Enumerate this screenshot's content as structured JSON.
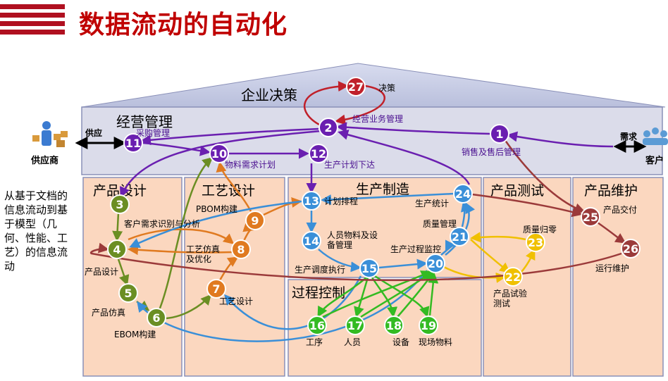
{
  "title": "数据流动的自动化",
  "side_note": "从基于文档的信息流动到基于模型（几何、性能、工艺）的信息流动",
  "sections": {
    "enterprise_decision": "企业决策",
    "business_management": "经营管理",
    "product_design": "产品设计",
    "process_design": "工艺设计",
    "production": "生产制造",
    "product_test": "产品测试",
    "product_maintenance": "产品维护",
    "process_control": "过程控制"
  },
  "external": {
    "supplier": "供应商",
    "supply": "供应",
    "customer": "客户",
    "demand": "需求"
  },
  "nodes": [
    {
      "id": "1",
      "label": "销售及售后管理",
      "color": "#6a1fb0"
    },
    {
      "id": "2",
      "label": "经营业务管理",
      "color": "#6a1fb0"
    },
    {
      "id": "3",
      "label": "",
      "color": "#6b8e23"
    },
    {
      "id": "4",
      "label": "产品设计",
      "color": "#6b8e23"
    },
    {
      "id": "5",
      "label": "产品仿真",
      "color": "#6b8e23"
    },
    {
      "id": "6",
      "label": "EBOM构建",
      "color": "#6b8e23"
    },
    {
      "id": "7",
      "label": "工艺设计",
      "color": "#e07a20"
    },
    {
      "id": "8",
      "label": "工艺仿真及优化",
      "color": "#e07a20"
    },
    {
      "id": "9",
      "label": "PBOM构建",
      "color": "#e07a20"
    },
    {
      "id": "10",
      "label": "物料需求计划",
      "color": "#6a1fb0"
    },
    {
      "id": "11",
      "label": "采购管理",
      "color": "#6a1fb0"
    },
    {
      "id": "12",
      "label": "生产计划下达",
      "color": "#6a1fb0"
    },
    {
      "id": "13",
      "label": "计划排程",
      "color": "#3a8fd8"
    },
    {
      "id": "14",
      "label": "人员物料及设备管理",
      "color": "#3a8fd8"
    },
    {
      "id": "15",
      "label": "生产调度执行",
      "color": "#3a8fd8"
    },
    {
      "id": "16",
      "label": "工序",
      "color": "#33bb22"
    },
    {
      "id": "17",
      "label": "人员",
      "color": "#33bb22"
    },
    {
      "id": "18",
      "label": "设备",
      "color": "#33bb22"
    },
    {
      "id": "19",
      "label": "现场物料",
      "color": "#33bb22"
    },
    {
      "id": "20",
      "label": "生产过程监控",
      "color": "#3a8fd8"
    },
    {
      "id": "21",
      "label": "质量管理",
      "color": "#3a8fd8"
    },
    {
      "id": "22",
      "label": "产品试验测试",
      "color": "#f0c000"
    },
    {
      "id": "23",
      "label": "质量归零",
      "color": "#f0c000"
    },
    {
      "id": "24",
      "label": "生产统计",
      "color": "#3a8fd8"
    },
    {
      "id": "25",
      "label": "产品交付",
      "color": "#9b3a3a"
    },
    {
      "id": "26",
      "label": "运行维护",
      "color": "#9b3a3a"
    },
    {
      "id": "27",
      "label": "决策",
      "color": "#c0202a"
    }
  ],
  "extra_labels": {
    "customer_requirement": "客户需求识别与分析"
  }
}
